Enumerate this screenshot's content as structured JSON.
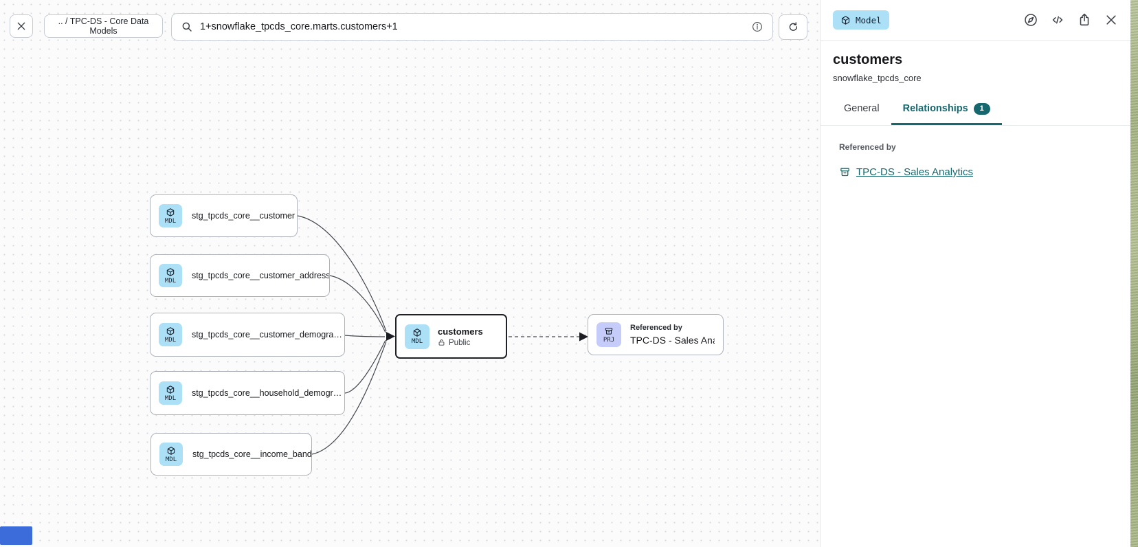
{
  "app": {
    "accent_teal": "#15696E",
    "mdl_badge_bg": "#ABE0F7",
    "prj_badge_bg": "#C6CCF9"
  },
  "toolbar": {
    "breadcrumb": ".. / TPC-DS - Core Data Models",
    "search": {
      "value": "1+snowflake_tpcds_core.marts.customers+1",
      "icons": [
        "search-icon",
        "info-icon"
      ]
    },
    "icons": [
      "close-icon",
      "refresh-icon"
    ]
  },
  "graph": {
    "upstream_nodes": [
      {
        "badge": "MDL",
        "label": "stg_tpcds_core__customer"
      },
      {
        "badge": "MDL",
        "label": "stg_tpcds_core__customer_address"
      },
      {
        "badge": "MDL",
        "label": "stg_tpcds_core__customer_demogra…"
      },
      {
        "badge": "MDL",
        "label": "stg_tpcds_core__household_demogr…"
      },
      {
        "badge": "MDL",
        "label": "stg_tpcds_core__income_band"
      }
    ],
    "selected_node": {
      "badge": "MDL",
      "title": "customers",
      "access": "Public"
    },
    "downstream_node": {
      "badge": "PRJ",
      "kicker": "Referenced by",
      "title": "TPC-DS - Sales Analytics"
    }
  },
  "panel": {
    "type_badge": {
      "label": "Model"
    },
    "header_icons": [
      "compass-icon",
      "code-icon",
      "share-icon",
      "close-icon"
    ],
    "title": "customers",
    "subtitle": "snowflake_tpcds_core",
    "tabs": [
      {
        "label": "General",
        "active": false
      },
      {
        "label": "Relationships",
        "badge": "1",
        "active": true
      }
    ],
    "section": {
      "heading": "Referenced by",
      "link": {
        "icon": "project-archive-icon",
        "label": "TPC-DS - Sales Analytics"
      }
    }
  }
}
